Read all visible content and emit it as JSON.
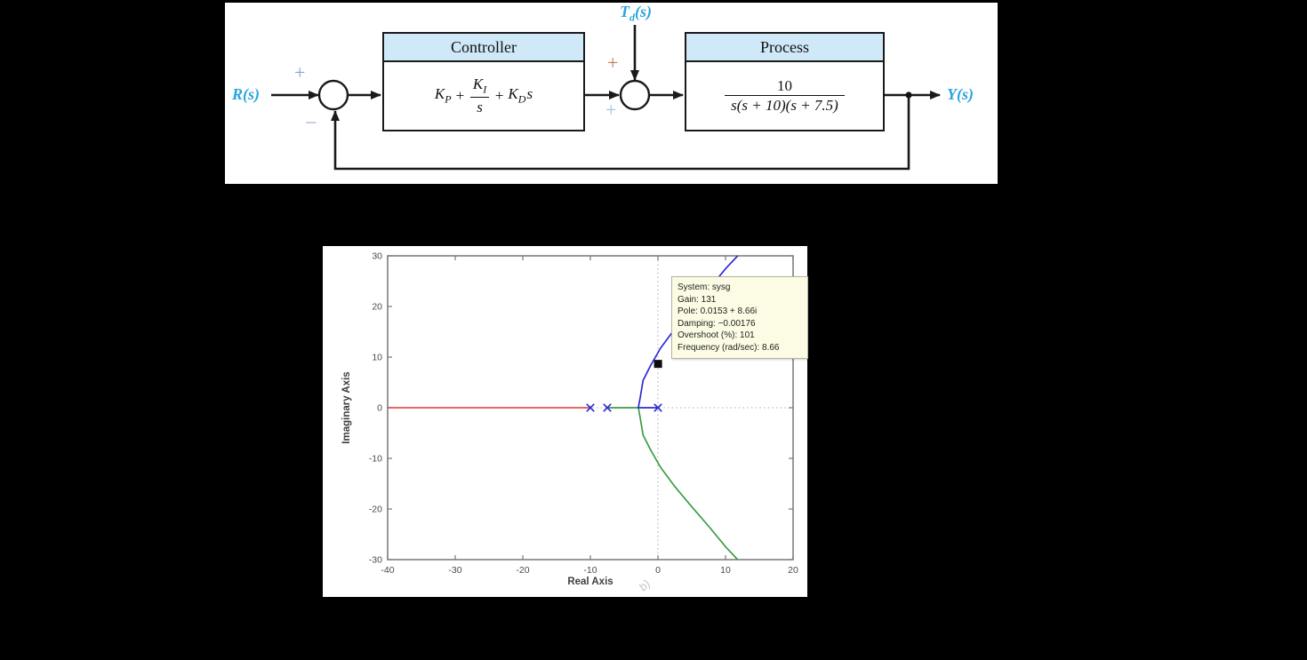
{
  "colors": {
    "background": "#000000",
    "panel": "#ffffff",
    "signal_label_blue": "#2ba4de",
    "block_header_fill": "#cfe9f8",
    "locus_red": "#e05252",
    "locus_green": "#3b9c43",
    "locus_blue": "#2c2cd6",
    "tooltip_bg": "#fcfce4"
  },
  "diagram": {
    "signals": {
      "input": "R(s)",
      "disturbance_T": "T",
      "disturbance_sub": "d",
      "disturbance_rest": "(s)",
      "output": "Y(s)"
    },
    "sum1": {
      "top_sign": "+",
      "bottom_sign": "−"
    },
    "sum2": {
      "top_sign": "+",
      "bottom_sign": "+"
    },
    "controller": {
      "title": "Controller",
      "kp_base": "K",
      "kp_sub": "P",
      "op1": "+",
      "ki_base": "K",
      "ki_sub": "I",
      "ki_den": "s",
      "op2": "+",
      "kd_base": "K",
      "kd_sub": "D",
      "kd_var": "s"
    },
    "process": {
      "title": "Process",
      "numerator": "10",
      "denominator": "s(s + 10)(s + 7.5)"
    }
  },
  "plot": {
    "watermark": "b)"
  },
  "chart_data": {
    "type": "line",
    "title": "",
    "xlabel": "Real Axis",
    "ylabel": "Imaginary Axis",
    "xlim": [
      -40,
      20
    ],
    "ylim": [
      -30,
      30
    ],
    "xticks": [
      -40,
      -30,
      -20,
      -10,
      0,
      10,
      20
    ],
    "yticks": [
      30,
      20,
      10,
      0,
      -10,
      -20,
      -30
    ],
    "grid": false,
    "legend": "none",
    "crosshair_dotted": {
      "x": 0,
      "y": 0
    },
    "poles": [
      [
        -10,
        0
      ],
      [
        -7.5,
        0
      ],
      [
        0,
        0
      ]
    ],
    "series": [
      {
        "name": "real-axis-branch",
        "color": "#e05252",
        "points": [
          [
            -40,
            0
          ],
          [
            -10,
            0
          ]
        ]
      },
      {
        "name": "lower-complex-branch",
        "color": "#3b9c43",
        "points": [
          [
            -7.5,
            0
          ],
          [
            -2.9,
            0
          ],
          [
            -2.6,
            -2.2
          ],
          [
            -2.2,
            -5.4
          ],
          [
            -1.1,
            -8.3
          ],
          [
            0.4,
            -11.8
          ],
          [
            2.4,
            -15.4
          ],
          [
            4.9,
            -19.4
          ],
          [
            7.5,
            -23.4
          ],
          [
            10.1,
            -27.6
          ],
          [
            11.8,
            -30
          ]
        ]
      },
      {
        "name": "upper-complex-branch",
        "color": "#2c2cd6",
        "points": [
          [
            0,
            0
          ],
          [
            -2.9,
            0
          ],
          [
            -2.6,
            2.2
          ],
          [
            -2.2,
            5.4
          ],
          [
            -1.1,
            8.3
          ],
          [
            0.4,
            11.8
          ],
          [
            2.4,
            15.4
          ],
          [
            4.9,
            19.4
          ],
          [
            7.5,
            23.4
          ],
          [
            10.1,
            27.6
          ],
          [
            11.8,
            30
          ]
        ]
      }
    ],
    "selected_point": {
      "x": 0.0153,
      "y": 8.66
    },
    "tooltip": {
      "lines": [
        "System: sysg",
        "Gain: 131",
        "Pole: 0.0153 + 8.66i",
        "Damping: −0.00176",
        "Overshoot (%): 101",
        "Frequency (rad/sec): 8.66"
      ]
    }
  }
}
